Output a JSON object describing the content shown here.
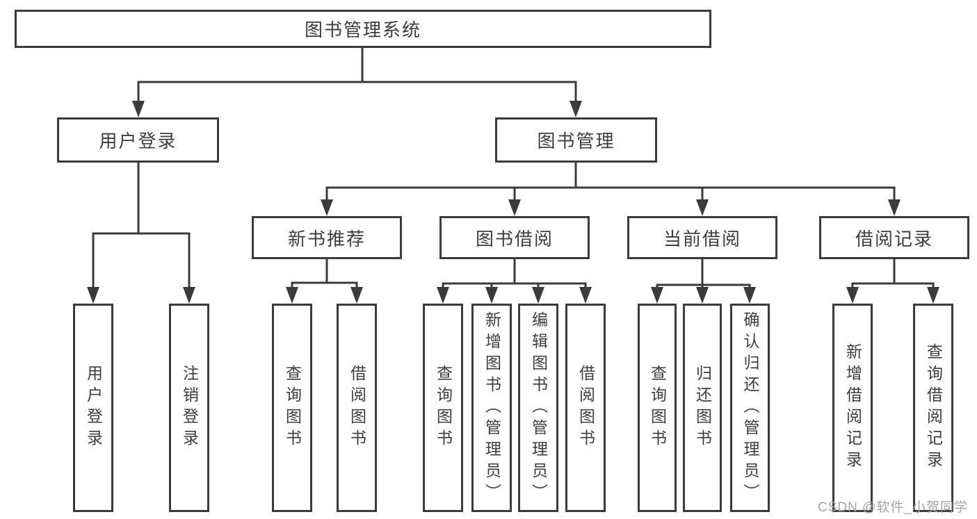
{
  "tree": {
    "root": {
      "label": "图书管理系统",
      "children": [
        {
          "label": "用户登录",
          "children": [
            {
              "label": "用户登录"
            },
            {
              "label": "注销登录"
            }
          ]
        },
        {
          "label": "图书管理",
          "children": [
            {
              "label": "新书推荐",
              "children": [
                {
                  "label": "查询图书"
                },
                {
                  "label": "借阅图书"
                }
              ]
            },
            {
              "label": "图书借阅",
              "children": [
                {
                  "label": "查询图书"
                },
                {
                  "label": "新增图书（管理员）"
                },
                {
                  "label": "编辑图书（管理员）"
                },
                {
                  "label": "借阅图书"
                }
              ]
            },
            {
              "label": "当前借阅",
              "children": [
                {
                  "label": "查询图书"
                },
                {
                  "label": "归还图书"
                },
                {
                  "label": "确认归还（管理员）"
                }
              ]
            },
            {
              "label": "借阅记录",
              "children": [
                {
                  "label": "新增借阅记录"
                },
                {
                  "label": "查询借阅记录"
                }
              ]
            }
          ]
        }
      ]
    }
  },
  "watermark": {
    "text": "CSDN @软件_小贺同学"
  },
  "colors": {
    "line": "#3b3b3b",
    "node_text": "#3d3d3d",
    "node_background": "#ffffff",
    "watermark_text": "#a3a3a3"
  }
}
